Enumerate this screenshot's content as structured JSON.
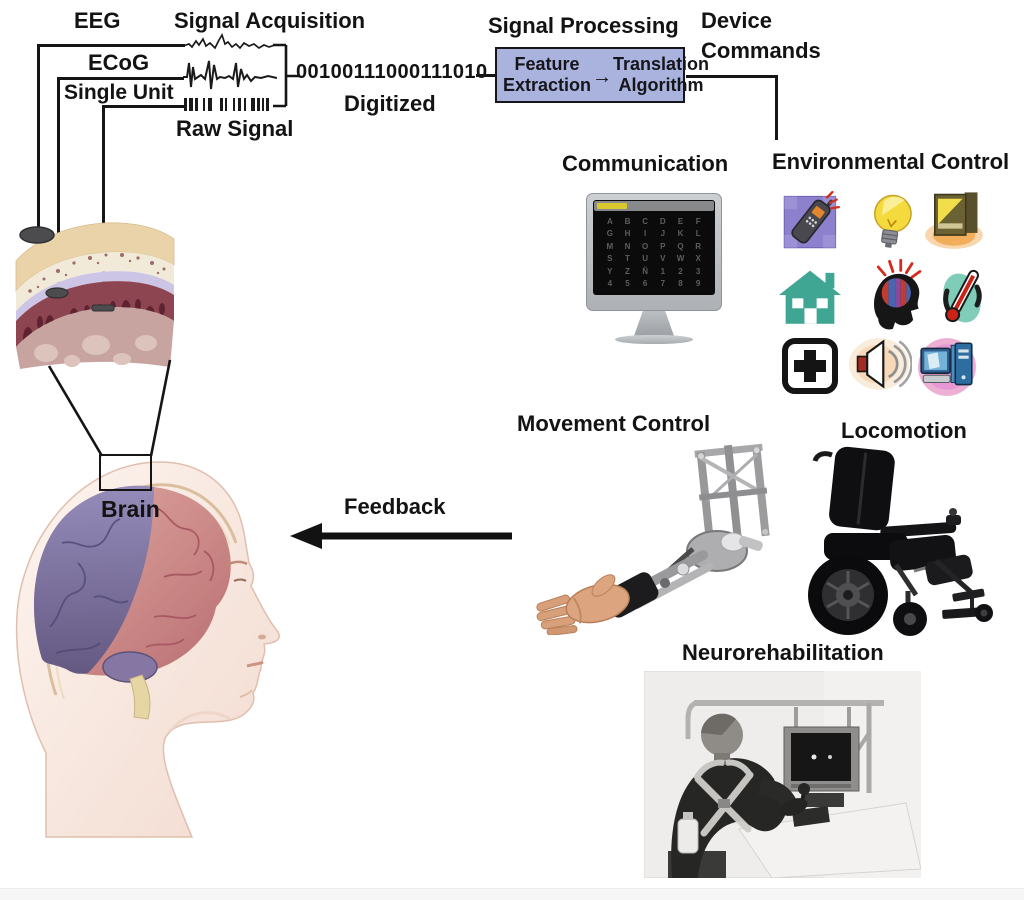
{
  "signal_sources": {
    "eeg": "EEG",
    "ecog": "ECoG",
    "single_unit": "Single Unit"
  },
  "stages": {
    "signal_acquisition": "Signal Acquisition",
    "raw_signal": "Raw Signal",
    "digitized_bits": "00100111000111010",
    "digitized": "Digitized",
    "signal_processing": "Signal Processing",
    "feature_line1": "Feature",
    "feature_line2": "Extraction",
    "translation_line1": "Translation",
    "translation_line2": "Algorithm",
    "device_line1": "Device",
    "device_line2": "Commands",
    "feedback": "Feedback",
    "brain": "Brain"
  },
  "applications": {
    "communication": "Communication",
    "environmental_control": "Environmental Control",
    "movement_control": "Movement Control",
    "locomotion": "Locomotion",
    "neurorehabilitation": "Neurorehabilitation"
  },
  "speller": {
    "rows": [
      [
        "A",
        "B",
        "C",
        "D",
        "E",
        "F"
      ],
      [
        "G",
        "H",
        "I",
        "J",
        "K",
        "L"
      ],
      [
        "M",
        "N",
        "O",
        "P",
        "Q",
        "R"
      ],
      [
        "S",
        "T",
        "U",
        "V",
        "W",
        "X"
      ],
      [
        "Y",
        "Z",
        "Ñ",
        "1",
        "2",
        "3"
      ],
      [
        "4",
        "5",
        "6",
        "7",
        "8",
        "9"
      ]
    ]
  },
  "environmental_icons": [
    "phone-icon",
    "lightbulb-icon",
    "tv-light-icon",
    "house-icon",
    "head-brain-icon",
    "thermometer-icon",
    "medical-plus-icon",
    "speaker-icon",
    "computer-icon"
  ],
  "colors": {
    "processing_box_fill": "#a9b3de",
    "line_black": "#151515",
    "speller_status_yellow": "#d8c82e",
    "house_teal": "#3fa693",
    "bulb_yellow": "#f4da3c",
    "thermometer_teal": "#7fccb9",
    "brain_purple": "#8f87b8",
    "brain_pink": "#d99a93"
  }
}
